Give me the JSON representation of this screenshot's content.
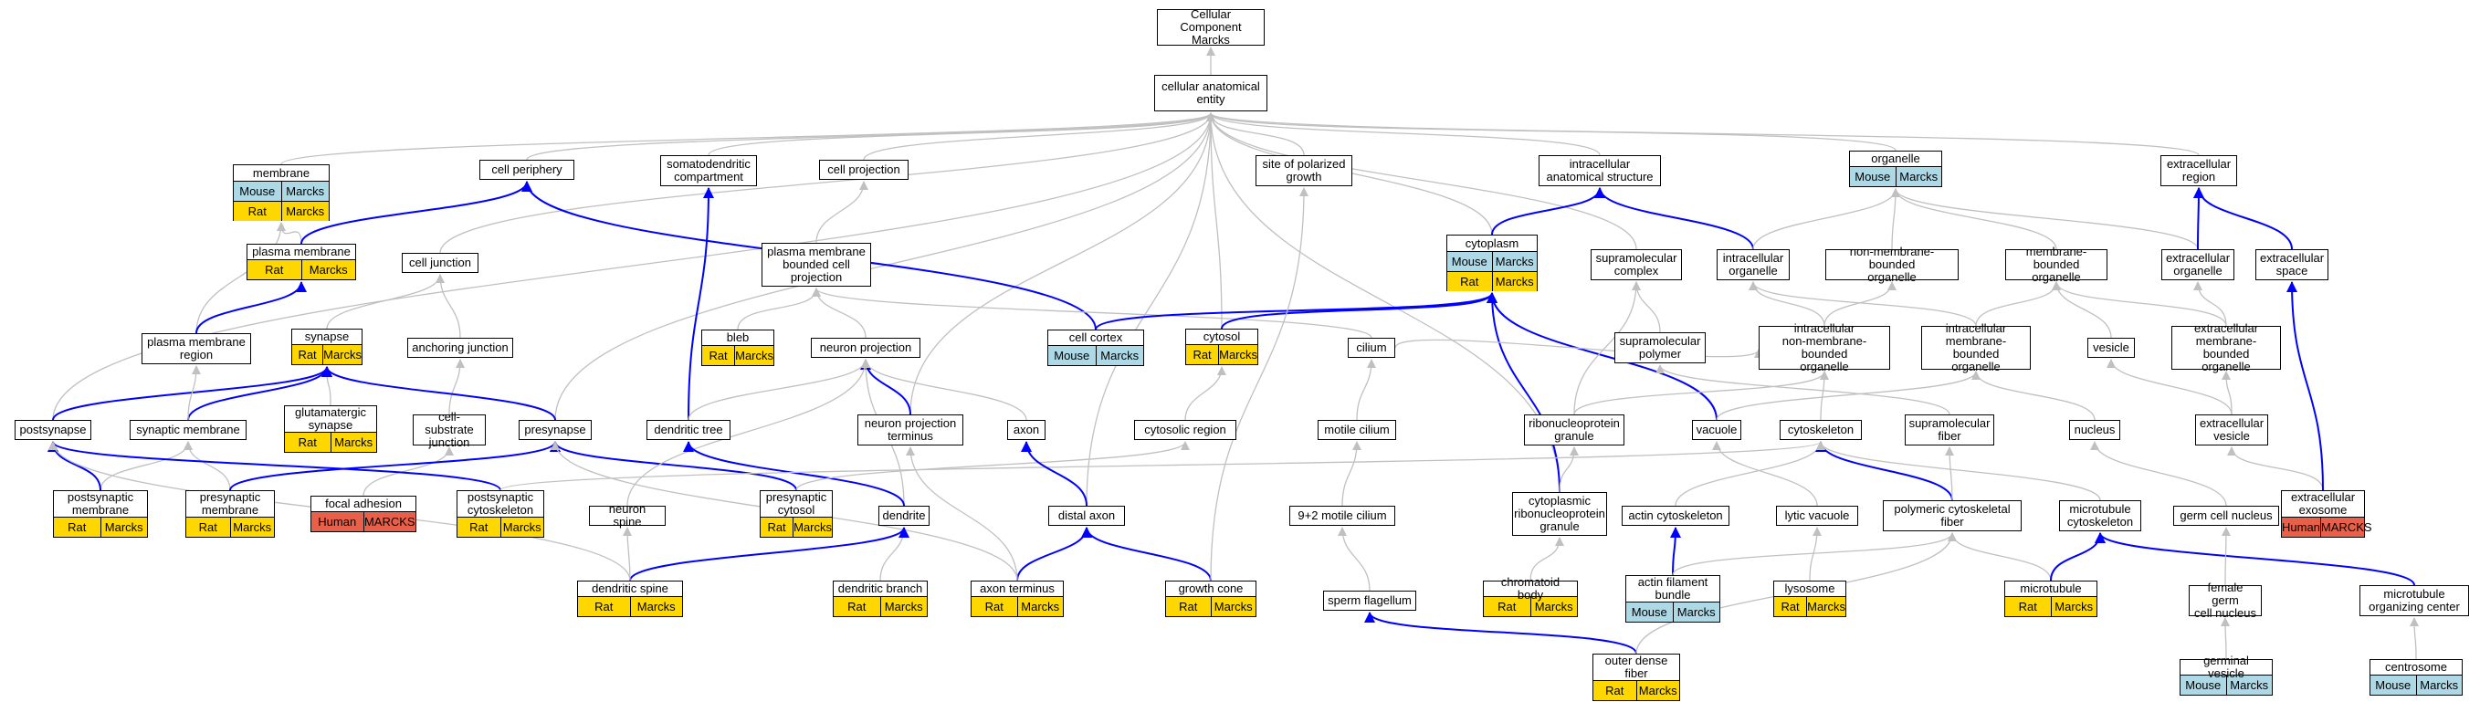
{
  "colors": {
    "mouse": "#add8e6",
    "rat": "#ffd700",
    "human": "#e9604a",
    "blue_edge": "#0000ff",
    "gray_edge": "#c0c0c0"
  },
  "nodes": [
    {
      "id": "root",
      "label": "Cellular Component\nMarcks"
    },
    {
      "id": "cae",
      "label": "cellular anatomical\nentity"
    },
    {
      "id": "membrane",
      "label": "membrane",
      "rows": [
        [
          "mouse",
          "Mouse",
          "Marcks"
        ],
        [
          "rat",
          "Rat",
          "Marcks"
        ]
      ]
    },
    {
      "id": "cellperiphery",
      "label": "cell periphery"
    },
    {
      "id": "somato",
      "label": "somatodendritic\ncompartment"
    },
    {
      "id": "cellproj",
      "label": "cell projection"
    },
    {
      "id": "polgrowth",
      "label": "site of polarized\ngrowth"
    },
    {
      "id": "intraanat",
      "label": "intracellular\nanatomical structure"
    },
    {
      "id": "organelle",
      "label": "organelle",
      "rows": [
        [
          "mouse",
          "Mouse",
          "Marcks"
        ]
      ]
    },
    {
      "id": "extraregion",
      "label": "extracellular\nregion"
    },
    {
      "id": "plasmamem",
      "label": "plasma membrane",
      "rows": [
        [
          "rat",
          "Rat",
          "Marcks"
        ]
      ]
    },
    {
      "id": "celljunction",
      "label": "cell junction"
    },
    {
      "id": "pmbcp",
      "label": "plasma membrane\nbounded cell\nprojection"
    },
    {
      "id": "cytoplasm",
      "label": "cytoplasm",
      "rows": [
        [
          "mouse",
          "Mouse",
          "Marcks"
        ],
        [
          "rat",
          "Rat",
          "Marcks"
        ]
      ]
    },
    {
      "id": "supracomplex",
      "label": "supramolecular\ncomplex"
    },
    {
      "id": "intraorg",
      "label": "intracellular\norganelle"
    },
    {
      "id": "nonmemorg",
      "label": "non-membrane-bounded\norganelle"
    },
    {
      "id": "membound",
      "label": "membrane-bounded\norganelle"
    },
    {
      "id": "extraorg",
      "label": "extracellular\norganelle"
    },
    {
      "id": "extraspace",
      "label": "extracellular\nspace"
    },
    {
      "id": "pmregion",
      "label": "plasma membrane\nregion"
    },
    {
      "id": "synapse",
      "label": "synapse",
      "rows": [
        [
          "rat",
          "Rat",
          "Marcks"
        ]
      ]
    },
    {
      "id": "anchjunction",
      "label": "anchoring junction"
    },
    {
      "id": "bleb",
      "label": "bleb",
      "rows": [
        [
          "rat",
          "Rat",
          "Marcks"
        ]
      ]
    },
    {
      "id": "neuronproj",
      "label": "neuron projection"
    },
    {
      "id": "cellcortex",
      "label": "cell cortex",
      "rows": [
        [
          "mouse",
          "Mouse",
          "Marcks"
        ]
      ]
    },
    {
      "id": "cytosol",
      "label": "cytosol",
      "rows": [
        [
          "rat",
          "Rat",
          "Marcks"
        ]
      ]
    },
    {
      "id": "cilium",
      "label": "cilium"
    },
    {
      "id": "suprapolymer",
      "label": "supramolecular\npolymer"
    },
    {
      "id": "intranonmem",
      "label": "intracellular\nnon-membrane-bounded\norganelle"
    },
    {
      "id": "intramem",
      "label": "intracellular\nmembrane-bounded\norganelle"
    },
    {
      "id": "vesicle",
      "label": "vesicle"
    },
    {
      "id": "extramemorg",
      "label": "extracellular\nmembrane-bounded\norganelle"
    },
    {
      "id": "postsynapse",
      "label": "postsynapse"
    },
    {
      "id": "synmem",
      "label": "synaptic membrane"
    },
    {
      "id": "glutsyn",
      "label": "glutamatergic\nsynapse",
      "rows": [
        [
          "rat",
          "Rat",
          "Marcks"
        ]
      ]
    },
    {
      "id": "csjunction",
      "label": "cell-substrate\njunction"
    },
    {
      "id": "presynapse",
      "label": "presynapse"
    },
    {
      "id": "dendtree",
      "label": "dendritic tree"
    },
    {
      "id": "npterm",
      "label": "neuron projection\nterminus"
    },
    {
      "id": "axon",
      "label": "axon"
    },
    {
      "id": "cytoregion",
      "label": "cytosolic region"
    },
    {
      "id": "motilecilium",
      "label": "motile cilium"
    },
    {
      "id": "rnpgranule",
      "label": "ribonucleoprotein\ngranule"
    },
    {
      "id": "vacuole",
      "label": "vacuole"
    },
    {
      "id": "cytoskeleton",
      "label": "cytoskeleton"
    },
    {
      "id": "suprafiber",
      "label": "supramolecular\nfiber"
    },
    {
      "id": "nucleus",
      "label": "nucleus"
    },
    {
      "id": "extravesicle",
      "label": "extracellular\nvesicle"
    },
    {
      "id": "postsynmem",
      "label": "postsynaptic\nmembrane",
      "rows": [
        [
          "rat",
          "Rat",
          "Marcks"
        ]
      ]
    },
    {
      "id": "presynmem",
      "label": "presynaptic\nmembrane",
      "rows": [
        [
          "rat",
          "Rat",
          "Marcks"
        ]
      ]
    },
    {
      "id": "focaladh",
      "label": "focal adhesion",
      "rows": [
        [
          "human",
          "Human",
          "MARCKS"
        ]
      ]
    },
    {
      "id": "postsyncyto",
      "label": "postsynaptic\ncytoskeleton",
      "rows": [
        [
          "rat",
          "Rat",
          "Marcks"
        ]
      ]
    },
    {
      "id": "neuronspine",
      "label": "neuron spine"
    },
    {
      "id": "presyncytosol",
      "label": "presynaptic\ncytosol",
      "rows": [
        [
          "rat",
          "Rat",
          "Marcks"
        ]
      ]
    },
    {
      "id": "dendrite",
      "label": "dendrite"
    },
    {
      "id": "distalaxon",
      "label": "distal axon"
    },
    {
      "id": "ninetwo",
      "label": "9+2 motile cilium"
    },
    {
      "id": "cytornp",
      "label": "cytoplasmic\nribonucleoprotein\ngranule"
    },
    {
      "id": "actincyto",
      "label": "actin cytoskeleton"
    },
    {
      "id": "lyticvac",
      "label": "lytic vacuole"
    },
    {
      "id": "polycytofiber",
      "label": "polymeric cytoskeletal\nfiber"
    },
    {
      "id": "mtcyto",
      "label": "microtubule\ncytoskeleton"
    },
    {
      "id": "germnucleus",
      "label": "germ cell nucleus"
    },
    {
      "id": "exosome",
      "label": "extracellular\nexosome",
      "rows": [
        [
          "human",
          "Human",
          "MARCKS"
        ]
      ]
    },
    {
      "id": "dendspine",
      "label": "dendritic spine",
      "rows": [
        [
          "rat",
          "Rat",
          "Marcks"
        ]
      ]
    },
    {
      "id": "dendbranch",
      "label": "dendritic branch",
      "rows": [
        [
          "rat",
          "Rat",
          "Marcks"
        ]
      ]
    },
    {
      "id": "axonterm",
      "label": "axon terminus",
      "rows": [
        [
          "rat",
          "Rat",
          "Marcks"
        ]
      ]
    },
    {
      "id": "growthcone",
      "label": "growth cone",
      "rows": [
        [
          "rat",
          "Rat",
          "Marcks"
        ]
      ]
    },
    {
      "id": "spermflag",
      "label": "sperm flagellum"
    },
    {
      "id": "chromatoid",
      "label": "chromatoid body",
      "rows": [
        [
          "rat",
          "Rat",
          "Marcks"
        ]
      ]
    },
    {
      "id": "actinbundle",
      "label": "actin filament\nbundle",
      "rows": [
        [
          "mouse",
          "Mouse",
          "Marcks"
        ]
      ]
    },
    {
      "id": "lysosome",
      "label": "lysosome",
      "rows": [
        [
          "rat",
          "Rat",
          "Marcks"
        ]
      ]
    },
    {
      "id": "microtubule",
      "label": "microtubule",
      "rows": [
        [
          "rat",
          "Rat",
          "Marcks"
        ]
      ]
    },
    {
      "id": "femgermnuc",
      "label": "female germ\ncell nucleus"
    },
    {
      "id": "mtoc",
      "label": "microtubule\norganizing center"
    },
    {
      "id": "outerdense",
      "label": "outer dense\nfiber",
      "rows": [
        [
          "rat",
          "Rat",
          "Marcks"
        ]
      ]
    },
    {
      "id": "germvesicle",
      "label": "germinal vesicle",
      "rows": [
        [
          "mouse",
          "Mouse",
          "Marcks"
        ]
      ]
    },
    {
      "id": "centrosome",
      "label": "centrosome",
      "rows": [
        [
          "mouse",
          "Mouse",
          "Marcks"
        ]
      ]
    }
  ],
  "edges": [
    [
      "cae",
      "root",
      0
    ],
    [
      "membrane",
      "cae",
      0
    ],
    [
      "cellperiphery",
      "cae",
      0
    ],
    [
      "somato",
      "cae",
      0
    ],
    [
      "cellproj",
      "cae",
      0
    ],
    [
      "polgrowth",
      "cae",
      0
    ],
    [
      "intraanat",
      "cae",
      0
    ],
    [
      "organelle",
      "cae",
      0
    ],
    [
      "extraregion",
      "cae",
      0
    ],
    [
      "celljunction",
      "cae",
      0
    ],
    [
      "cytoplasm",
      "cae",
      0
    ],
    [
      "supracomplex",
      "cae",
      0
    ],
    [
      "postsynapse",
      "cae",
      0
    ],
    [
      "presynapse",
      "cae",
      0
    ],
    [
      "npterm",
      "cae",
      0
    ],
    [
      "distalaxon",
      "cae",
      0
    ],
    [
      "cytosol",
      "cae",
      0
    ],
    [
      "cytornp",
      "cae",
      0
    ],
    [
      "plasmamem",
      "membrane",
      0
    ],
    [
      "plasmamem",
      "cellperiphery",
      1
    ],
    [
      "pmregion",
      "membrane",
      0
    ],
    [
      "pmregion",
      "plasmamem",
      1
    ],
    [
      "cellcortex",
      "cellperiphery",
      1
    ],
    [
      "pmbcp",
      "cellproj",
      0
    ],
    [
      "neuronproj",
      "pmbcp",
      0
    ],
    [
      "bleb",
      "pmbcp",
      0
    ],
    [
      "cilium",
      "pmbcp",
      0
    ],
    [
      "dendtree",
      "somato",
      1
    ],
    [
      "cytoplasm",
      "intraanat",
      1
    ],
    [
      "intraorg",
      "intraanat",
      1
    ],
    [
      "intraorg",
      "organelle",
      0
    ],
    [
      "nonmemorg",
      "organelle",
      0
    ],
    [
      "membound",
      "organelle",
      0
    ],
    [
      "extraorg",
      "organelle",
      0
    ],
    [
      "extraorg",
      "extraregion",
      1
    ],
    [
      "extraspace",
      "extraregion",
      1
    ],
    [
      "cellcortex",
      "cytoplasm",
      1
    ],
    [
      "cytosol",
      "cytoplasm",
      1
    ],
    [
      "cytornp",
      "cytoplasm",
      1
    ],
    [
      "vacuole",
      "cytoplasm",
      1
    ],
    [
      "anchjunction",
      "celljunction",
      0
    ],
    [
      "synapse",
      "celljunction",
      0
    ],
    [
      "csjunction",
      "anchjunction",
      0
    ],
    [
      "focaladh",
      "csjunction",
      0
    ],
    [
      "glutsyn",
      "synapse",
      0
    ],
    [
      "postsynapse",
      "synapse",
      1
    ],
    [
      "synmem",
      "synapse",
      1
    ],
    [
      "presynapse",
      "synapse",
      1
    ],
    [
      "synmem",
      "pmregion",
      0
    ],
    [
      "postsynmem",
      "synmem",
      0
    ],
    [
      "presynmem",
      "synmem",
      0
    ],
    [
      "postsynmem",
      "postsynapse",
      1
    ],
    [
      "postsyncyto",
      "postsynapse",
      1
    ],
    [
      "presynmem",
      "presynapse",
      1
    ],
    [
      "presyncytosol",
      "presynapse",
      1
    ],
    [
      "dendspine",
      "postsynapse",
      0
    ],
    [
      "dendtree",
      "neuronproj",
      0
    ],
    [
      "npterm",
      "neuronproj",
      1
    ],
    [
      "axon",
      "neuronproj",
      0
    ],
    [
      "dendrite",
      "neuronproj",
      0
    ],
    [
      "neuronspine",
      "neuronproj",
      0
    ],
    [
      "dendrite",
      "dendtree",
      1
    ],
    [
      "suprapolymer",
      "supracomplex",
      0
    ],
    [
      "rnpgranule",
      "supracomplex",
      0
    ],
    [
      "suprafiber",
      "suprapolymer",
      0
    ],
    [
      "intranonmem",
      "intraorg",
      0
    ],
    [
      "intranonmem",
      "nonmemorg",
      0
    ],
    [
      "intramem",
      "intraorg",
      0
    ],
    [
      "intramem",
      "membound",
      0
    ],
    [
      "extramemorg",
      "membound",
      0
    ],
    [
      "extramemorg",
      "extraorg",
      0
    ],
    [
      "vesicle",
      "membound",
      0
    ],
    [
      "extravesicle",
      "vesicle",
      0
    ],
    [
      "extravesicle",
      "extramemorg",
      0
    ],
    [
      "exosome",
      "extravesicle",
      0
    ],
    [
      "exosome",
      "extraspace",
      1
    ],
    [
      "cytoskeleton",
      "intranonmem",
      0
    ],
    [
      "rnpgranule",
      "intranonmem",
      0
    ],
    [
      "cilium",
      "intranonmem",
      0
    ],
    [
      "vacuole",
      "intramem",
      0
    ],
    [
      "nucleus",
      "intramem",
      0
    ],
    [
      "lyticvac",
      "vacuole",
      0
    ],
    [
      "lysosome",
      "lyticvac",
      0
    ],
    [
      "motilecilium",
      "cilium",
      0
    ],
    [
      "ninetwo",
      "motilecilium",
      0
    ],
    [
      "spermflag",
      "ninetwo",
      0
    ],
    [
      "cytornp",
      "rnpgranule",
      0
    ],
    [
      "chromatoid",
      "cytornp",
      0
    ],
    [
      "actincyto",
      "cytoskeleton",
      0
    ],
    [
      "polycytofiber",
      "cytoskeleton",
      1
    ],
    [
      "polycytofiber",
      "suprafiber",
      0
    ],
    [
      "mtcyto",
      "cytoskeleton",
      0
    ],
    [
      "actinbundle",
      "actincyto",
      1
    ],
    [
      "actinbundle",
      "polycytofiber",
      0
    ],
    [
      "microtubule",
      "polycytofiber",
      0
    ],
    [
      "microtubule",
      "mtcyto",
      1
    ],
    [
      "mtoc",
      "mtcyto",
      1
    ],
    [
      "postsyncyto",
      "cytoskeleton",
      0
    ],
    [
      "cytoregion",
      "cytosol",
      0
    ],
    [
      "presyncytosol",
      "cytoregion",
      0
    ],
    [
      "axonterm",
      "distalaxon",
      1
    ],
    [
      "growthcone",
      "distalaxon",
      1
    ],
    [
      "distalaxon",
      "axon",
      1
    ],
    [
      "axonterm",
      "npterm",
      0
    ],
    [
      "axonterm",
      "presynapse",
      0
    ],
    [
      "growthcone",
      "polgrowth",
      0
    ],
    [
      "dendbranch",
      "dendrite",
      0
    ],
    [
      "dendspine",
      "dendrite",
      1
    ],
    [
      "dendspine",
      "neuronspine",
      0
    ],
    [
      "germnucleus",
      "nucleus",
      0
    ],
    [
      "femgermnuc",
      "germnucleus",
      0
    ],
    [
      "germvesicle",
      "femgermnuc",
      0
    ],
    [
      "centrosome",
      "mtoc",
      0
    ],
    [
      "outerdense",
      "spermflag",
      1
    ],
    [
      "outerdense",
      "polycytofiber",
      0
    ]
  ]
}
